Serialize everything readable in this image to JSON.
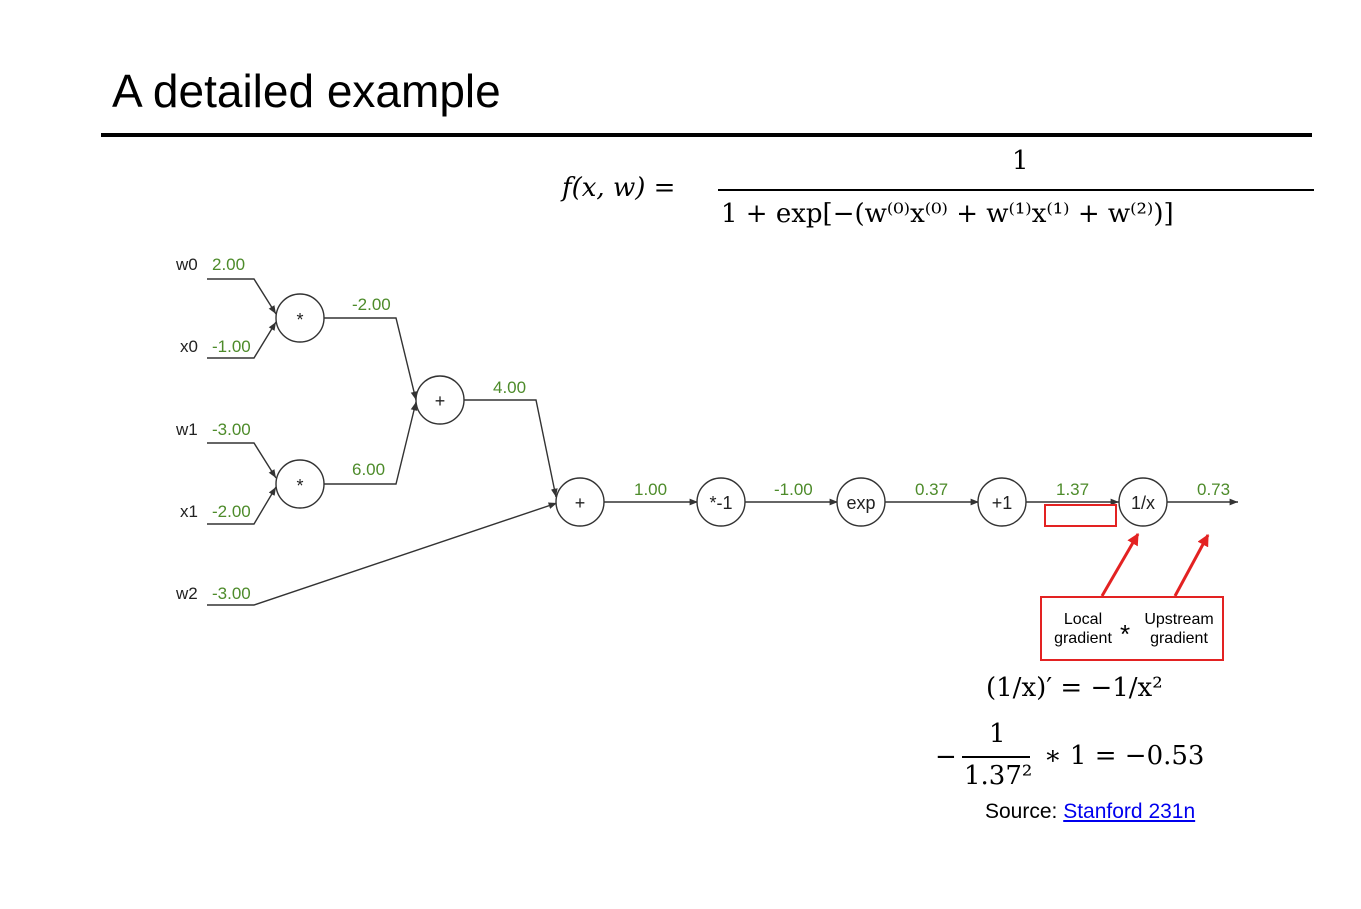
{
  "title": "A detailed example",
  "formula": {
    "lhs": "f(x, w) =",
    "numerator": "1",
    "denominator": "1 + exp[−(w⁽⁰⁾x⁽⁰⁾ + w⁽¹⁾x⁽¹⁾ + w⁽²⁾)]"
  },
  "inputs": [
    {
      "name": "w0",
      "value": "2.00"
    },
    {
      "name": "x0",
      "value": "-1.00"
    },
    {
      "name": "w1",
      "value": "-3.00"
    },
    {
      "name": "x1",
      "value": "-2.00"
    },
    {
      "name": "w2",
      "value": "-3.00"
    }
  ],
  "nodes": {
    "mul0": "*",
    "mul1": "*",
    "add0": "+",
    "add1": "+",
    "neg": "*-1",
    "exp": "exp",
    "plus1": "+1",
    "recip": "1/x"
  },
  "edge_values": {
    "mul0_out": "-2.00",
    "mul1_out": "6.00",
    "add0_out": "4.00",
    "add1_out": "1.00",
    "neg_out": "-1.00",
    "exp_out": "0.37",
    "plus1_out": "1.37",
    "recip_out": "0.73"
  },
  "colors": {
    "value_green": "#4d8b2a",
    "annotation_red": "#e32222",
    "link_blue": "#0000ee"
  },
  "annotation": {
    "local_line1": "Local",
    "local_line2": "gradient",
    "star": "*",
    "upstream_line1": "Upstream",
    "upstream_line2": "gradient"
  },
  "derivative": "(1/x)′ = −1/x²",
  "computation": {
    "minus": "−",
    "numerator": "1",
    "denominator": "1.37²",
    "rest": "∗ 1 = −0.53"
  },
  "source": {
    "label": "Source: ",
    "link_text": "Stanford 231n"
  }
}
